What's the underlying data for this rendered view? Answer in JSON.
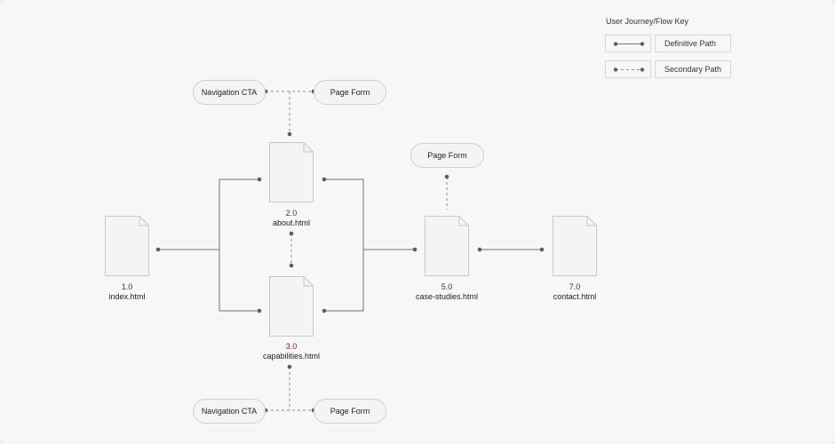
{
  "key": {
    "title": "User Journey/Flow Key",
    "definitive_label": "Definitive Path",
    "secondary_label": "Secondary Path"
  },
  "pages": [
    {
      "id": "index",
      "number": "1.0",
      "filename": "index.html"
    },
    {
      "id": "about",
      "number": "2.0",
      "filename": "about.html"
    },
    {
      "id": "capabilities",
      "number": "3.0",
      "filename": "capabilities.html"
    },
    {
      "id": "case-studies",
      "number": "5.0",
      "filename": "case-studies.html"
    },
    {
      "id": "contact",
      "number": "7.0",
      "filename": "contact.html"
    }
  ],
  "pills": {
    "nav_cta_top": "Navigation CTA",
    "page_form_top": "Page Form",
    "page_form_case": "Page Form",
    "nav_cta_bottom": "Navigation CTA",
    "page_form_bottom": "Page Form"
  },
  "colors": {
    "line": "#6e7377",
    "dot": "#5a5f63",
    "page_number": "#6b1a3a",
    "doc_fill": "#f3f4f5",
    "doc_stroke": "#c6c9cc"
  }
}
